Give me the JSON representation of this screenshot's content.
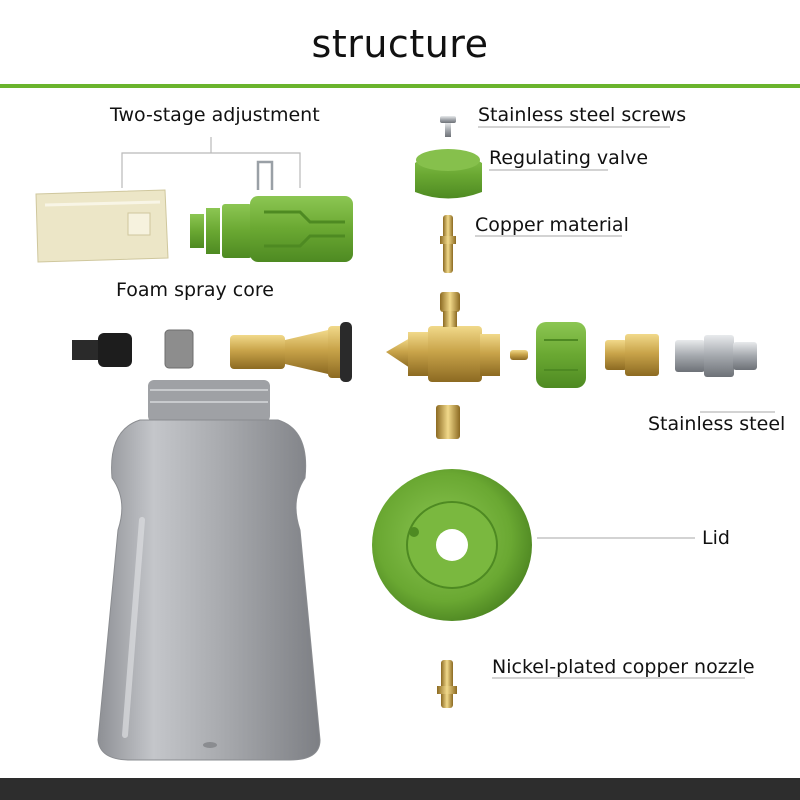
{
  "header": {
    "title": "structure",
    "accent_color": "#6ab42d"
  },
  "labels": {
    "two_stage": "Two-stage adjustment",
    "screws": "Stainless steel screws",
    "valve": "Regulating valve",
    "copper": "Copper material",
    "foam_core": "Foam spray core",
    "stainless": "Stainless steel",
    "lid": "Lid",
    "nozzle": "Nickel-plated copper nozzle"
  },
  "colors": {
    "green": "#6aa832",
    "brass": "#c9a44a",
    "steel": "#b9bcc0",
    "bottle": "#a7a9ad",
    "footer": "#2d2d2d"
  }
}
